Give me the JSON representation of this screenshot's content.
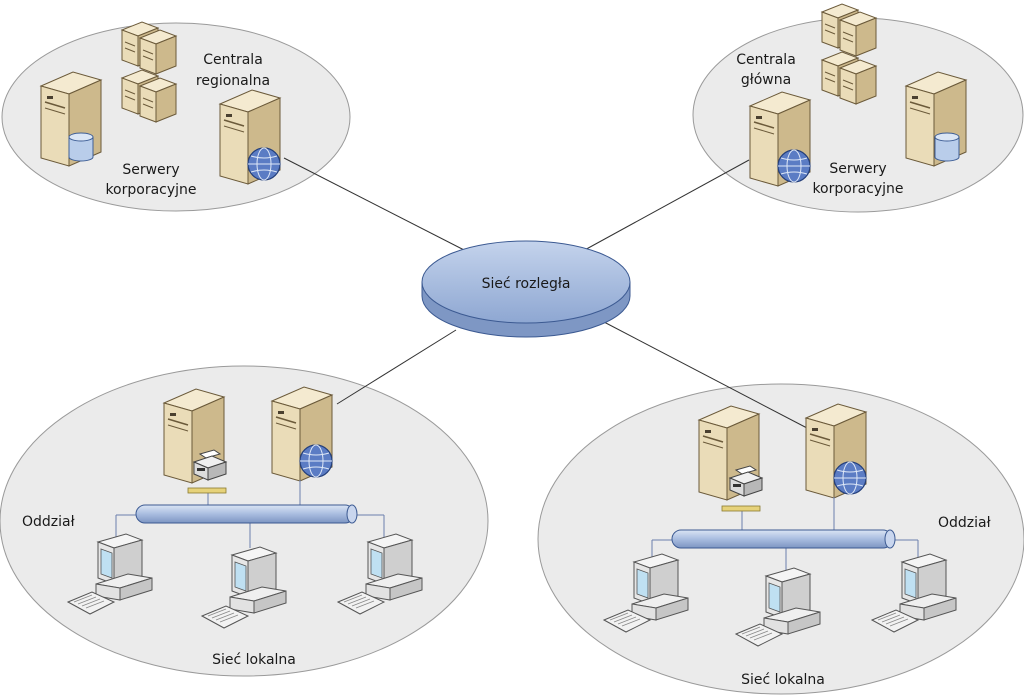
{
  "wan": {
    "label": "Sieć rozległa"
  },
  "sites": {
    "regional": {
      "title_line1": "Centrala",
      "title_line2": "regionalna",
      "servers_line1": "Serwery",
      "servers_line2": "korporacyjne"
    },
    "main": {
      "title_line1": "Centrala",
      "title_line2": "główna",
      "servers_line1": "Serwery",
      "servers_line2": "korporacyjne"
    },
    "branch_left": {
      "title": "Oddział",
      "lan": "Sieć lokalna"
    },
    "branch_right": {
      "title": "Oddział",
      "lan": "Sieć lokalna"
    }
  },
  "colors": {
    "ellipse_fill": "#ebebeb",
    "ellipse_stroke": "#9a9a9a",
    "wan_fill": "#a9bcdc",
    "bus_fill": "#b7c7e3",
    "server_face": "#eadcb8",
    "server_side": "#c9b68a",
    "globe": "#5b7cc4"
  },
  "icons": [
    "server-icon",
    "web-server-icon",
    "database-icon",
    "printer-icon",
    "workstation-icon",
    "keyboard-icon",
    "network-bus-icon",
    "wan-cloud-icon"
  ]
}
